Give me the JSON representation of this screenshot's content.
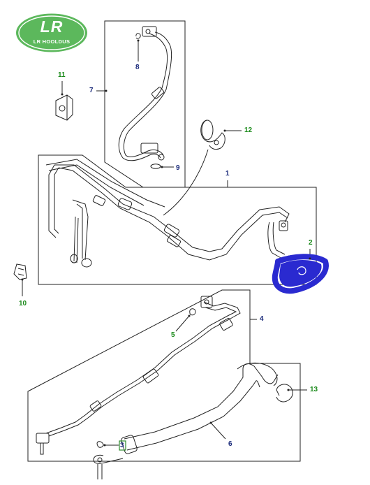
{
  "logo": {
    "mark": "LR",
    "text": "LR HOOLDUS",
    "color": "#5cb85c"
  },
  "callouts": {
    "c1": "1",
    "c2": "2",
    "c3": "3",
    "c4": "4",
    "c5": "5",
    "c6": "6",
    "c7": "7",
    "c8": "8",
    "c9": "9",
    "c10": "10",
    "c11": "11",
    "c12": "12",
    "c13": "13"
  },
  "colors": {
    "line": "#222222",
    "callout_green": "#1a8a1a",
    "callout_navy": "#1a2a7a",
    "highlight": "#2a2ad0",
    "callout3_box": "#2e8b2e"
  },
  "highlight": {
    "shape": "blue-marker-loop",
    "around_item": "2"
  }
}
